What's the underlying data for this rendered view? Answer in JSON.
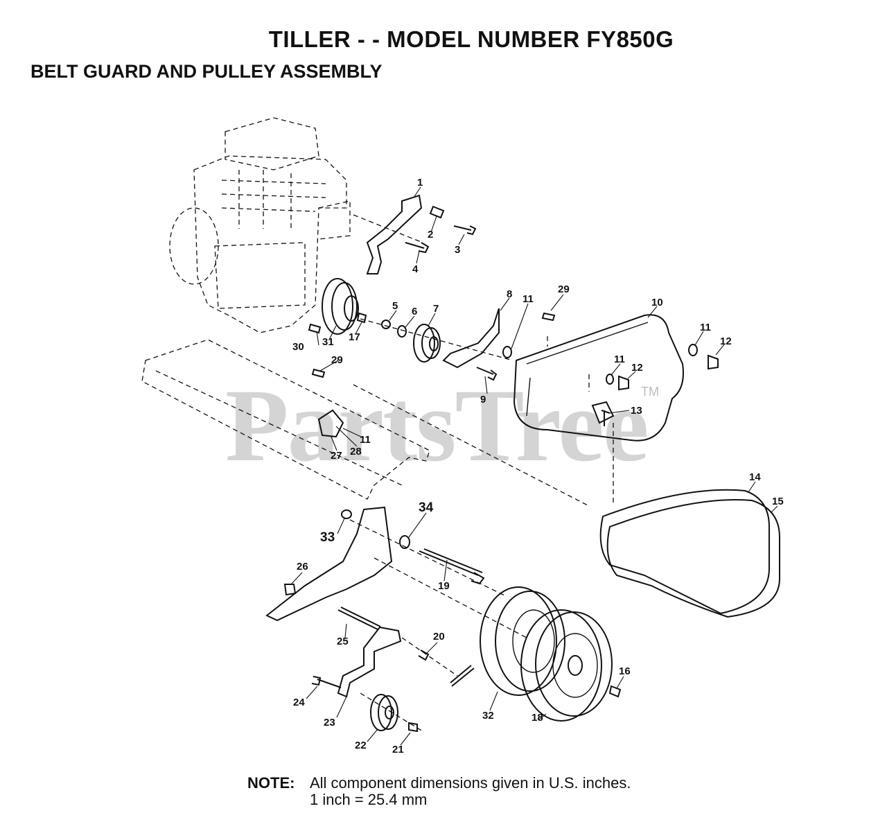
{
  "header": {
    "title": "TILLER - - MODEL NUMBER FY850G",
    "subtitle": "BELT GUARD AND PULLEY ASSEMBLY"
  },
  "watermark": {
    "text": "PartsTree",
    "tm": "TM"
  },
  "callouts": [
    {
      "id": "1",
      "text": "1"
    },
    {
      "id": "2",
      "text": "2"
    },
    {
      "id": "3",
      "text": "3"
    },
    {
      "id": "4",
      "text": "4"
    },
    {
      "id": "5",
      "text": "5"
    },
    {
      "id": "6",
      "text": "6"
    },
    {
      "id": "7",
      "text": "7"
    },
    {
      "id": "8",
      "text": "8"
    },
    {
      "id": "9",
      "text": "9"
    },
    {
      "id": "10",
      "text": "10"
    },
    {
      "id": "11a",
      "text": "11"
    },
    {
      "id": "11b",
      "text": "11"
    },
    {
      "id": "11c",
      "text": "11"
    },
    {
      "id": "11d",
      "text": "11"
    },
    {
      "id": "12a",
      "text": "12"
    },
    {
      "id": "12b",
      "text": "12"
    },
    {
      "id": "13",
      "text": "13"
    },
    {
      "id": "14",
      "text": "14"
    },
    {
      "id": "15",
      "text": "15"
    },
    {
      "id": "16",
      "text": "16"
    },
    {
      "id": "17",
      "text": "17"
    },
    {
      "id": "18",
      "text": "18"
    },
    {
      "id": "19",
      "text": "19"
    },
    {
      "id": "20",
      "text": "20"
    },
    {
      "id": "21",
      "text": "21"
    },
    {
      "id": "22",
      "text": "22"
    },
    {
      "id": "23",
      "text": "23"
    },
    {
      "id": "24",
      "text": "24"
    },
    {
      "id": "25",
      "text": "25"
    },
    {
      "id": "26",
      "text": "26"
    },
    {
      "id": "27",
      "text": "27"
    },
    {
      "id": "28",
      "text": "28"
    },
    {
      "id": "29a",
      "text": "29"
    },
    {
      "id": "29b",
      "text": "29"
    },
    {
      "id": "30",
      "text": "30"
    },
    {
      "id": "31",
      "text": "31"
    },
    {
      "id": "32",
      "text": "32"
    },
    {
      "id": "33",
      "text": "33"
    },
    {
      "id": "34",
      "text": "34"
    }
  ],
  "note": {
    "label": "NOTE:",
    "line1": "All component dimensions given in U.S. inches.",
    "line2": "1 inch = 25.4 mm"
  }
}
